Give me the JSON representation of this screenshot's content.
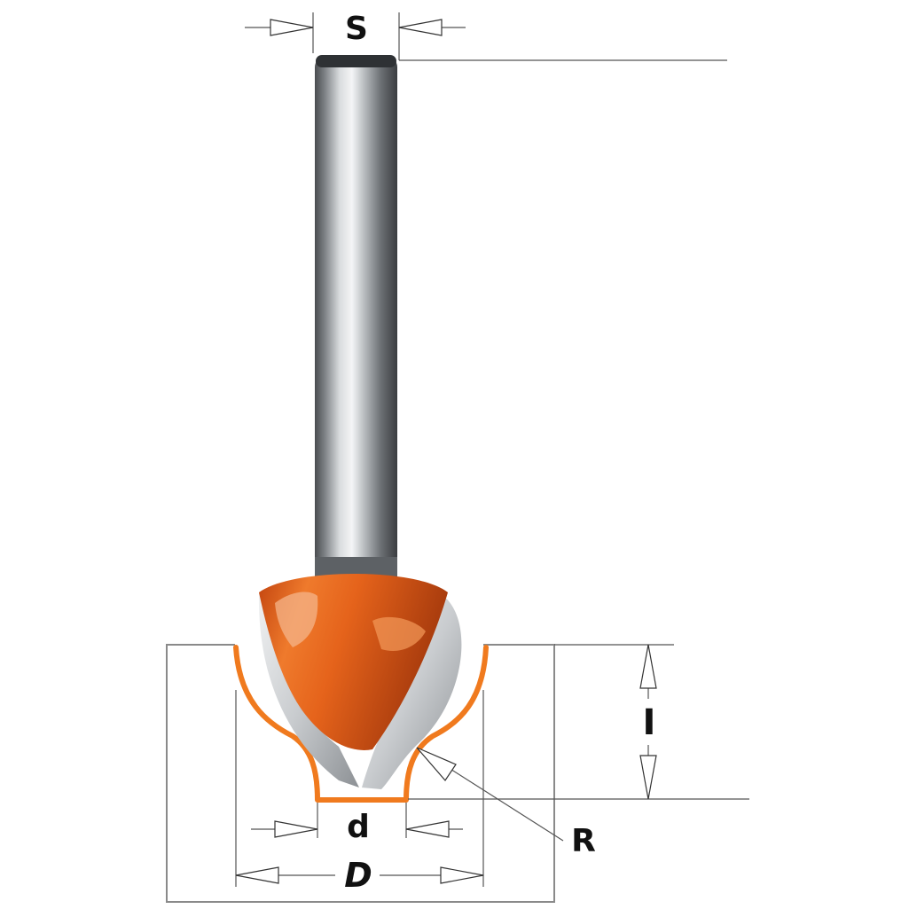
{
  "labels": {
    "s": "S",
    "i": "I",
    "r": "R",
    "d_small": "d",
    "d_large": "D"
  },
  "colors": {
    "orange": "#E86A1A",
    "profile_orange": "#F07A1E",
    "steel": "#8E9296",
    "background": "#FFFFFF"
  }
}
